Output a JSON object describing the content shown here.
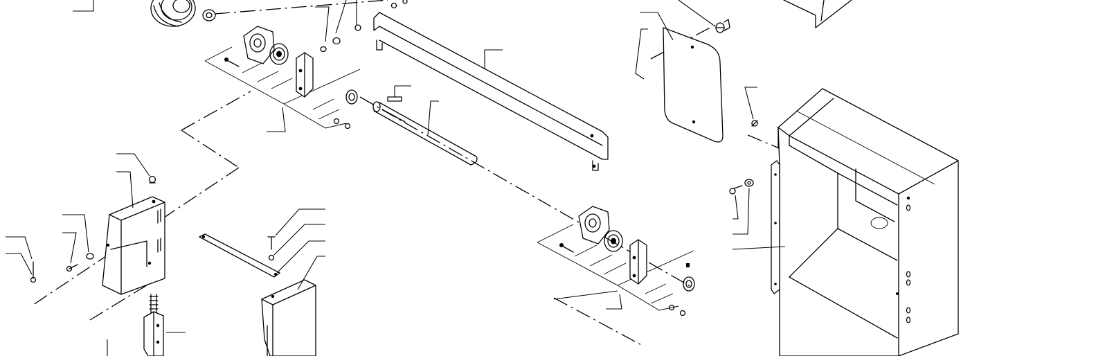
{
  "diagram": {
    "kind": "exploded-parts-view",
    "style": "black line art on white",
    "stroke_color": "#000000",
    "background_color": "#ffffff",
    "callout_labels_present": false,
    "parts": [
      {
        "name": "pulley"
      },
      {
        "name": "flange-bearing"
      },
      {
        "name": "bearing-bracket"
      },
      {
        "name": "cross-brace"
      },
      {
        "name": "drive-shaft"
      },
      {
        "name": "shaft-key"
      },
      {
        "name": "lock-collar"
      },
      {
        "name": "side-bracket"
      },
      {
        "name": "mounting-strap"
      },
      {
        "name": "support-bracket"
      },
      {
        "name": "access-cover-plate"
      },
      {
        "name": "belt-guard-housing"
      },
      {
        "name": "bolts-washers-nuts"
      }
    ]
  }
}
